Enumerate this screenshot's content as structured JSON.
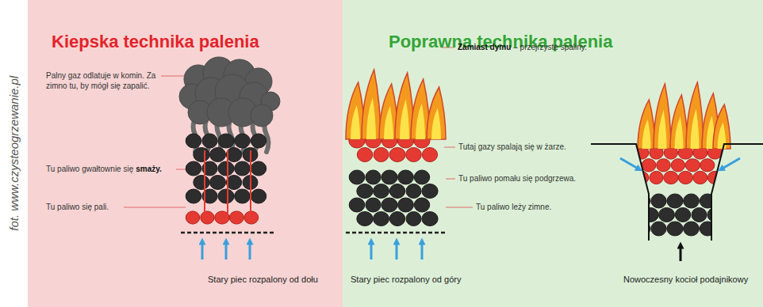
{
  "diagram": {
    "nodes": [
      {
        "text": [
          "Kiepska technika palenia"
        ]
      },
      {
        "text": [
          "Poprawna technika palenia"
        ]
      }
    ],
    "labels": [
      "fot. www.czysteogrzewanie.pl",
      "Palny gaz odlatuje w komin. Za zimno tu, by mógł się zapalić.",
      "Tu paliwo gwałtownie się",
      "smaży.",
      "Tu paliwo się pali.",
      "Stary piec rozpalony od dołu",
      "Zamiast dymu",
      "– przejrzyste spaliny.",
      "Tutaj gazy spalają się w żarze.",
      "Tu paliwo pomału się podgrzewa.",
      "Tu paliwo leży zimne.",
      "Stary piec rozpalony od góry",
      "Nowoczesny kocioł podajnikowy"
    ]
  }
}
